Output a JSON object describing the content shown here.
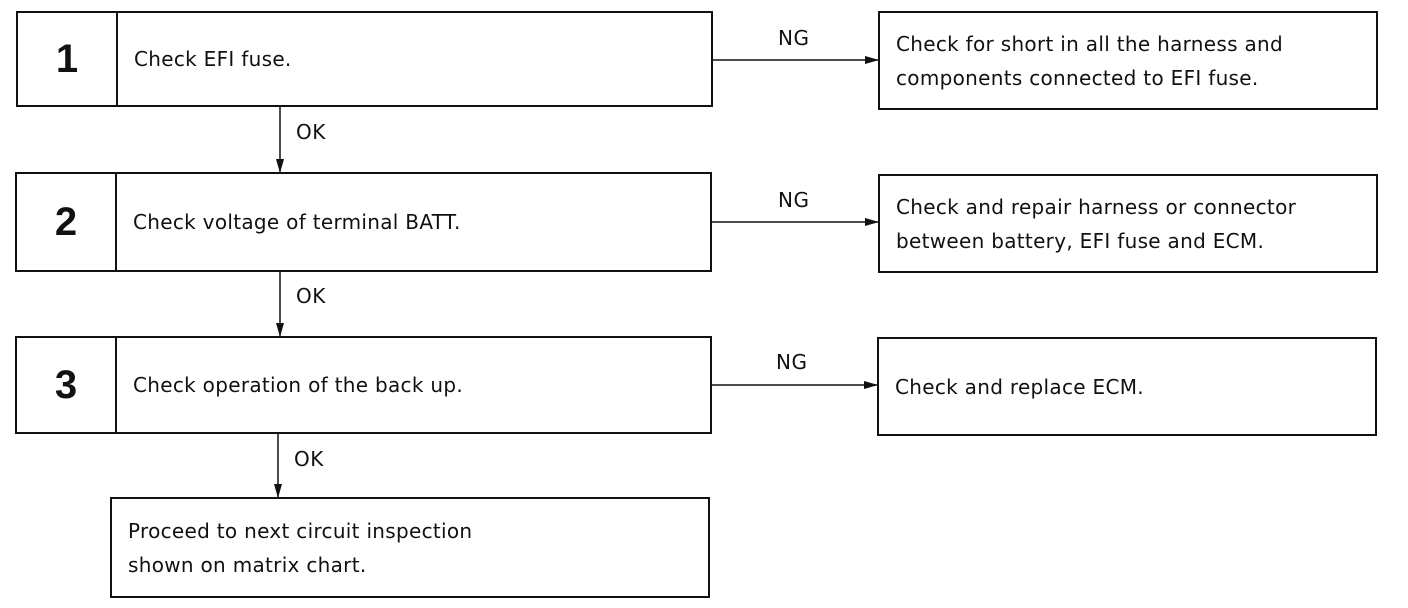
{
  "steps": [
    {
      "num": "1",
      "text": "Check EFI fuse."
    },
    {
      "num": "2",
      "text": "Check voltage of terminal BATT."
    },
    {
      "num": "3",
      "text": "Check operation of the back up."
    }
  ],
  "ng_results": [
    {
      "line1": "Check for short in all the harness and",
      "line2": "components connected to EFI fuse."
    },
    {
      "line1": "Check and repair harness or connector",
      "line2": "between battery, EFI fuse and ECM."
    },
    {
      "line1": "Check and replace ECM.",
      "line2": ""
    }
  ],
  "final": {
    "line1": "Proceed to next circuit inspection",
    "line2": "shown on matrix chart."
  },
  "labels": {
    "ng": "NG",
    "ok": "OK"
  }
}
